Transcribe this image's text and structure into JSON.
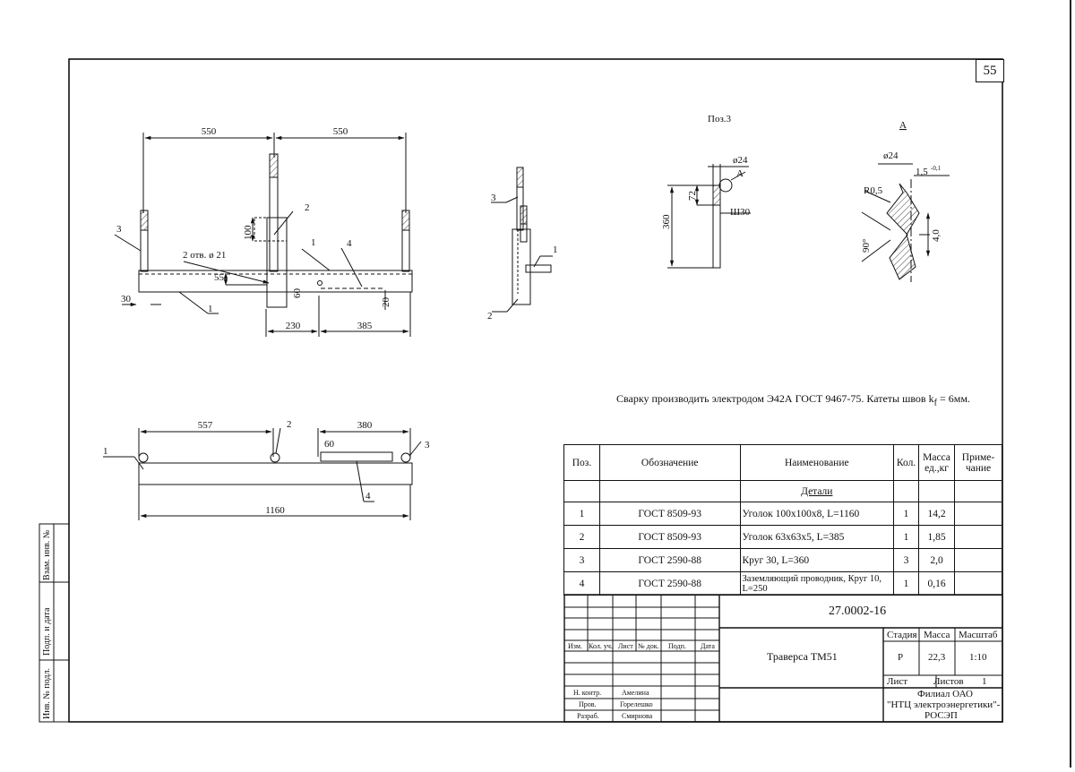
{
  "sheet": {
    "page_number": "55",
    "note": "Сварку производить электродом Э42А ГОСТ 9467-75.  Катеты швов k",
    "note_sub": "f",
    "note_end": " = 6мм.",
    "side_labels": [
      "Взам. инв. №",
      "Подп. и дата",
      "Инв. № подл."
    ]
  },
  "view_main": {
    "dims": [
      "550",
      "550",
      "230",
      "385",
      "30",
      "55",
      "60",
      "20",
      "100",
      "2 отв. ø 21"
    ],
    "callouts": [
      "1",
      "1",
      "2",
      "3",
      "4"
    ]
  },
  "view_side": {
    "callouts": [
      "3",
      "1",
      "2"
    ]
  },
  "view_pos3": {
    "title": "Поз.3",
    "dims": [
      "ø24",
      "72",
      "360",
      "Ш30"
    ],
    "callout": "А"
  },
  "view_A": {
    "title": "А",
    "dims": [
      "ø24",
      "1,5",
      "-0,1",
      "R0,5",
      "90°",
      "4,0"
    ]
  },
  "view_bottom": {
    "dims": [
      "557",
      "380",
      "60",
      "1160"
    ],
    "callouts": [
      "1",
      "2",
      "3",
      "4"
    ]
  },
  "spec": {
    "headers": [
      "Поз.",
      "Обозначение",
      "Наименование",
      "Кол.",
      "Масса ед.,кг",
      "Приме- чание"
    ],
    "section": "Детали",
    "rows": [
      {
        "pos": "1",
        "doc": "ГОСТ 8509-93",
        "name": "Уголок 100х100х8, L=1160",
        "qty": "1",
        "mass": "14,2",
        "note": ""
      },
      {
        "pos": "2",
        "doc": "ГОСТ 8509-93",
        "name": "Уголок 63х63х5, L=385",
        "qty": "1",
        "mass": "1,85",
        "note": ""
      },
      {
        "pos": "3",
        "doc": "ГОСТ 2590-88",
        "name": "Круг 30, L=360",
        "qty": "3",
        "mass": "2,0",
        "note": ""
      },
      {
        "pos": "4",
        "doc": "ГОСТ 2590-88",
        "name": "Заземляющий проводник, Круг 10,  L=250",
        "qty": "1",
        "mass": "0,16",
        "note": ""
      }
    ]
  },
  "title_block": {
    "code": "27.0002-16",
    "name": "Траверса ТМ51",
    "stage_label": "Стадия",
    "mass_label": "Масса",
    "scale_label": "Масштаб",
    "stage": "Р",
    "mass": "22,3",
    "scale": "1:10",
    "sheet_label": "Лист",
    "sheets_label": "Листов",
    "sheets": "1",
    "org_line1": "Филиал ОАО",
    "org_line2": "\"НТЦ электроэнергетики\"-",
    "org_line3": "РОСЭП",
    "col_headers": [
      "Изм.",
      "Кол. уч.",
      "Лист",
      "№ док.",
      "Подп.",
      "Дата"
    ],
    "signers": [
      {
        "role": "Н. контр.",
        "name": "Амелина"
      },
      {
        "role": "Пров.",
        "name": "Горелешко"
      },
      {
        "role": "Разраб.",
        "name": "Смирнова"
      }
    ]
  }
}
